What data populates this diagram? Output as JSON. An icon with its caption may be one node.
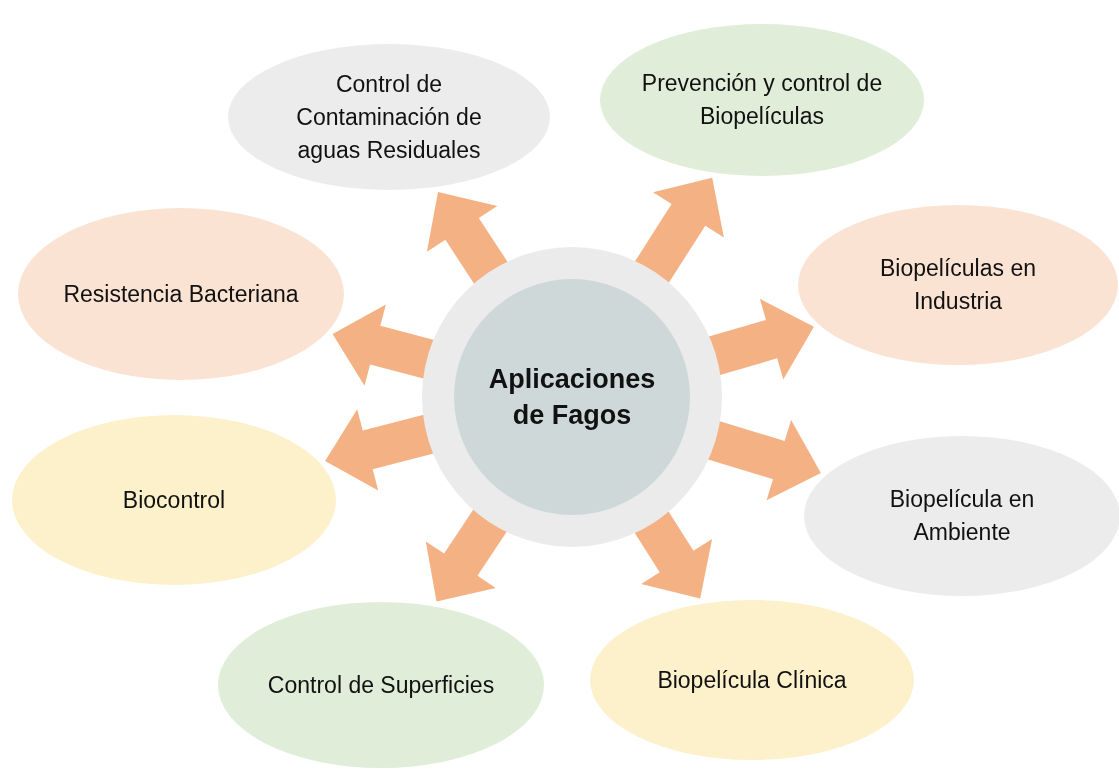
{
  "diagram": {
    "nodes": [
      {
        "text": [
          "Aplicaciones de Fagos"
        ]
      },
      {
        "text": [
          "Control de Contaminación de aguas Residuales"
        ]
      },
      {
        "text": [
          "Prevención y control de Biopelículas"
        ]
      },
      {
        "text": [
          "Biopelículas en Industria"
        ]
      },
      {
        "text": [
          "Biopelícula en Ambiente"
        ]
      },
      {
        "text": [
          "Biopelícula Clínica"
        ]
      },
      {
        "text": [
          "Control de Superficies"
        ]
      },
      {
        "text": [
          "Biocontrol"
        ]
      },
      {
        "text": [
          "Resistencia Bacteriana"
        ]
      }
    ],
    "edges": [
      {
        "from": 0,
        "to": 1,
        "arrow": "to"
      },
      {
        "from": 0,
        "to": 2,
        "arrow": "to"
      },
      {
        "from": 0,
        "to": 3,
        "arrow": "to"
      },
      {
        "from": 0,
        "to": 4,
        "arrow": "to"
      },
      {
        "from": 0,
        "to": 5,
        "arrow": "to"
      },
      {
        "from": 0,
        "to": 6,
        "arrow": "to"
      },
      {
        "from": 0,
        "to": 7,
        "arrow": "to"
      },
      {
        "from": 0,
        "to": 8,
        "arrow": "to"
      }
    ]
  }
}
